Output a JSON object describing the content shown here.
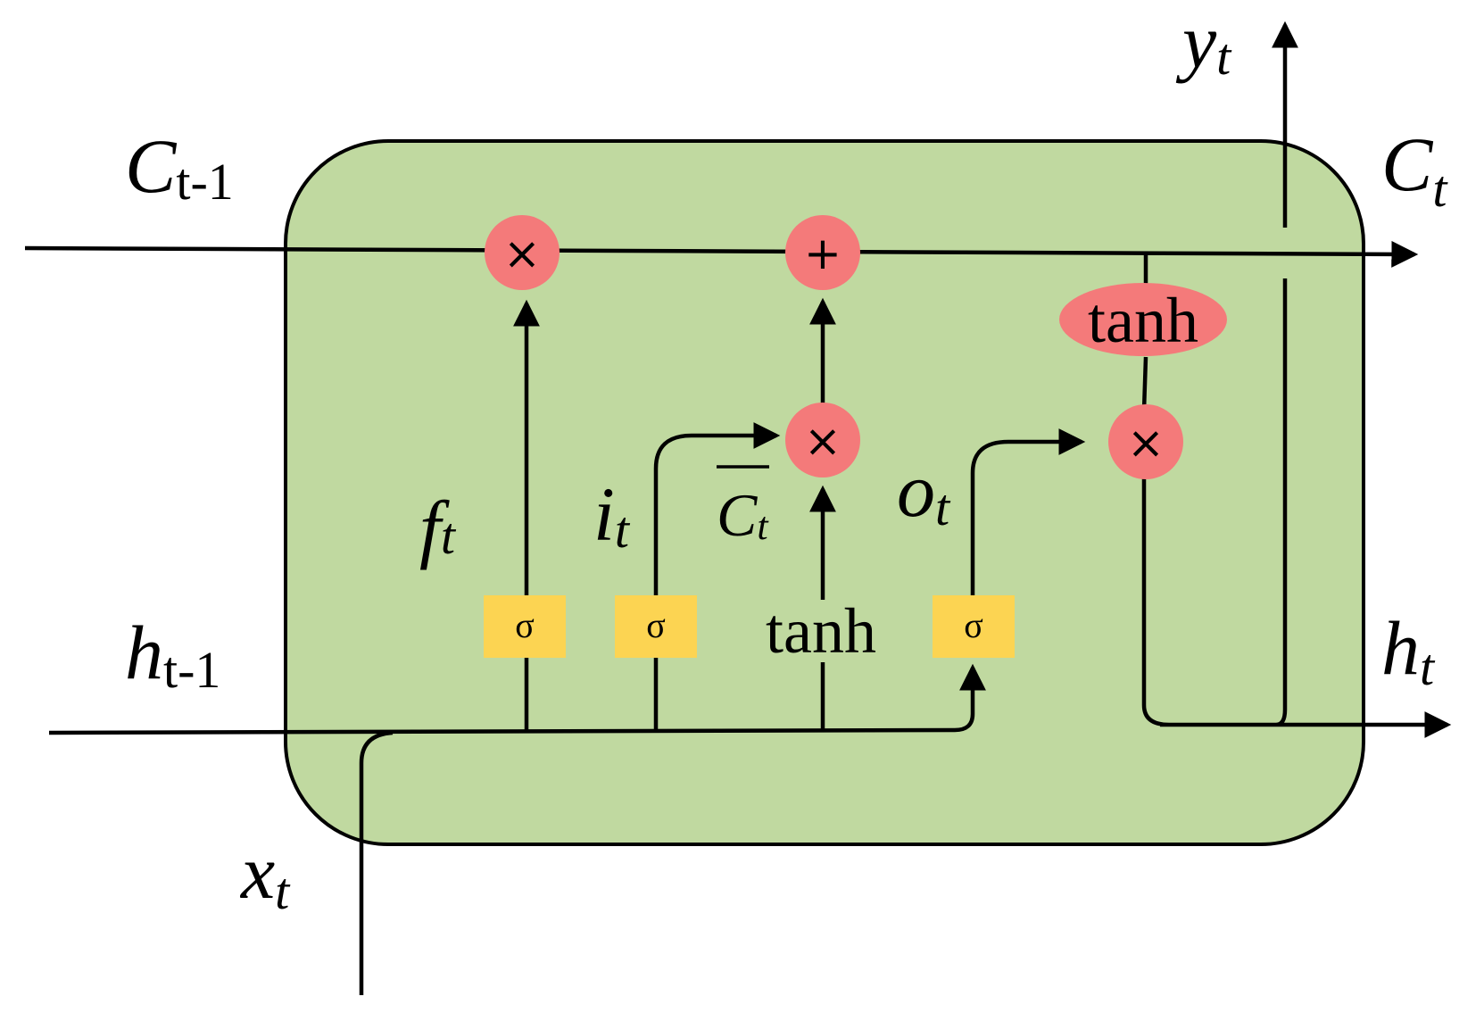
{
  "colors": {
    "cell_fill": "#c0d9a0",
    "op_node": "#f47a7a",
    "gate_box": "#fcd452",
    "line": "#000000",
    "background": "#ffffff"
  },
  "labels": {
    "c_prev": {
      "base": "C",
      "sub": "t-1"
    },
    "c_t": {
      "base": "C",
      "sub": "t"
    },
    "y_t": {
      "base": "y",
      "sub": "t"
    },
    "h_prev": {
      "base": "h",
      "sub": "t-1"
    },
    "h_t": {
      "base": "h",
      "sub": "t"
    },
    "x_t": {
      "base": "x",
      "sub": "t"
    },
    "f_t": {
      "base": "f",
      "sub": "t"
    },
    "i_t": {
      "base": "i",
      "sub": "t"
    },
    "cbar_t": {
      "base": "C",
      "sub": "t"
    },
    "o_t": {
      "base": "o",
      "sub": "t"
    }
  },
  "gates": {
    "forget": "σ",
    "input": "σ",
    "candidate": "tanh",
    "output": "σ"
  },
  "ops": {
    "forget_mult": "×",
    "cell_add": "+",
    "input_mult": "×",
    "output_mult": "×",
    "cell_tanh": "tanh"
  }
}
